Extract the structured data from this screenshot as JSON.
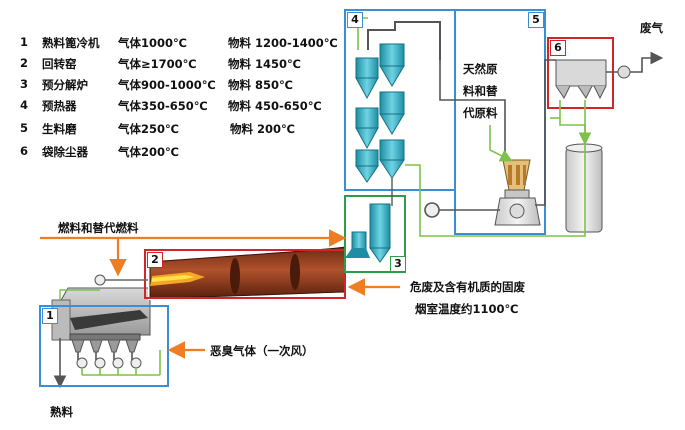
{
  "legend": [
    {
      "num": "1",
      "name": "熟料篦冷机",
      "gas": "气体1000℃",
      "mat": "物料 1200-1400℃"
    },
    {
      "num": "2",
      "name": "回转窑",
      "gas": "气体≥1700℃",
      "mat": "物料 1450℃"
    },
    {
      "num": "3",
      "name": "预分解炉",
      "gas": "气体900-1000℃",
      "mat": "物料 850℃"
    },
    {
      "num": "4",
      "name": "预热器",
      "gas": "气体350-650℃",
      "mat": "物料 450-650℃"
    },
    {
      "num": "5",
      "name": "生料磨",
      "gas": "气体250℃",
      "mat": "物料 200℃"
    },
    {
      "num": "6",
      "name": "袋除尘器",
      "gas": "气体200℃",
      "mat": ""
    }
  ],
  "labels": {
    "fuel": "燃料和替代燃料",
    "hazardous": "危废及含有机质的固废",
    "chamber_temp": "烟室温度约1100℃",
    "odor_gas": "恶臭气体（一次风）",
    "clinker": "熟料",
    "exhaust": "废气",
    "raw_material": "天然原料和替代原料"
  },
  "raw_material_lines": [
    "天然原",
    "料和替",
    "代原料"
  ],
  "badges": [
    "1",
    "2",
    "3",
    "4",
    "5",
    "6"
  ],
  "colors": {
    "flow_orange": "#ef7d22",
    "flow_green": "#7cc24a",
    "box_blue": "#3b8ed6",
    "box_red": "#d3242a",
    "box_green": "#2e9d4a",
    "cyclone_cyan": "#2ab3c9",
    "kiln_brown": "#8b3a1e"
  }
}
